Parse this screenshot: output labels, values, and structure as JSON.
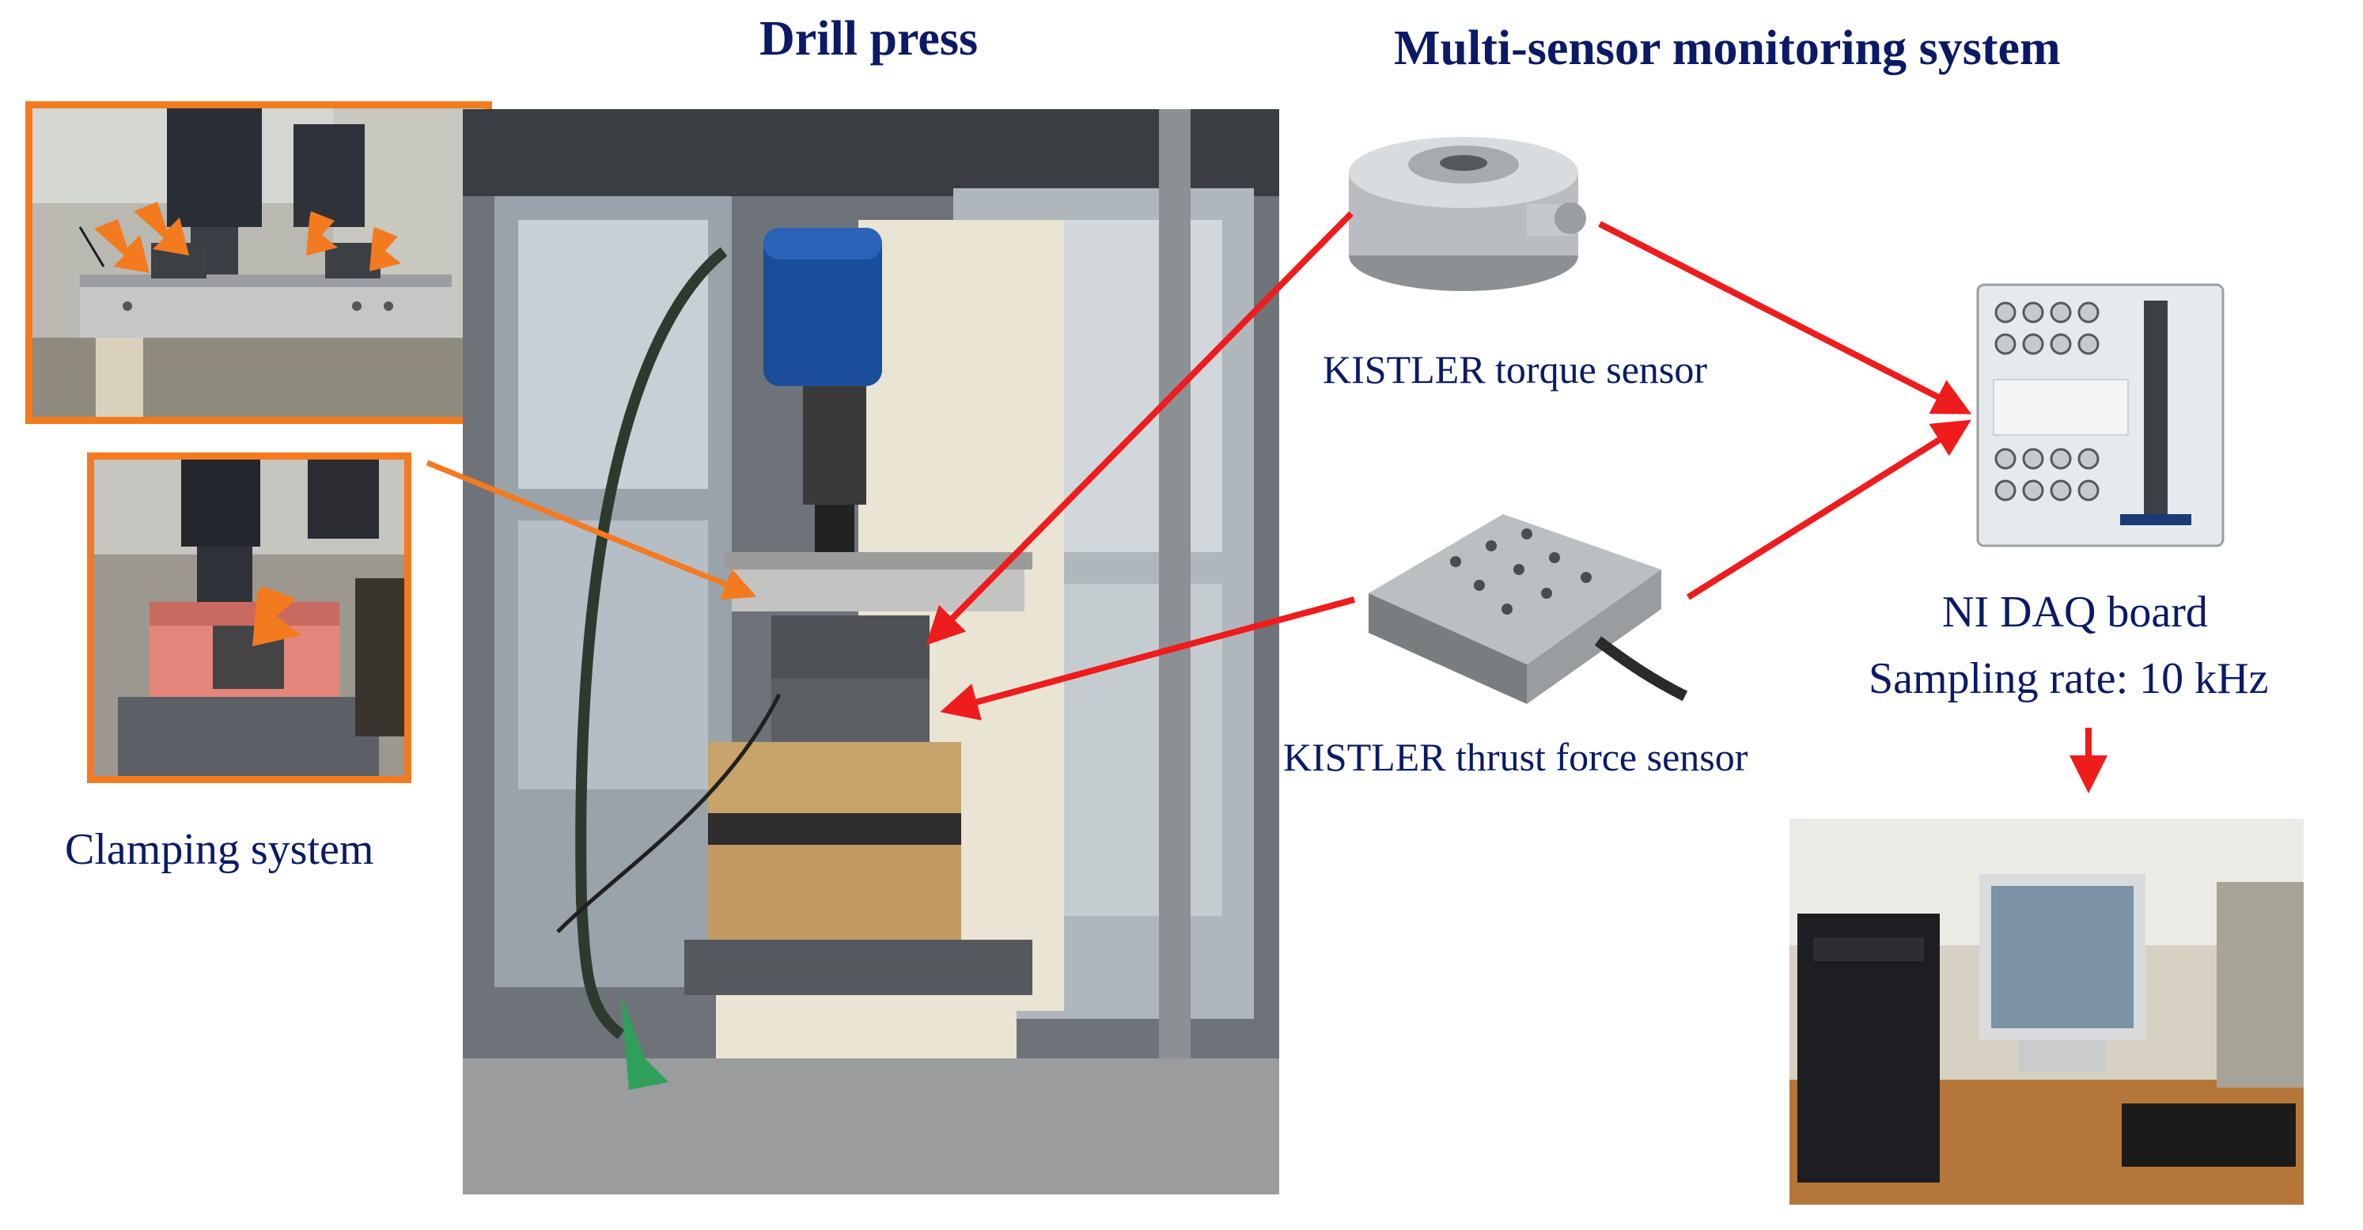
{
  "titles": {
    "drill_press": "Drill press",
    "monitoring": "Multi-sensor monitoring system"
  },
  "labels": {
    "clamping": "Clamping system",
    "torque_sensor": "KISTLER torque sensor",
    "thrust_sensor": "KISTLER thrust force sensor",
    "daq_board": "NI DAQ board",
    "sampling_rate": "Sampling rate: 10 kHz"
  },
  "colors": {
    "title_text": "#0a1a66",
    "highlight_frame": "#f47a1f",
    "signal_arrow": "#ee1c1c",
    "clamp_arrow": "#f47a1f"
  }
}
